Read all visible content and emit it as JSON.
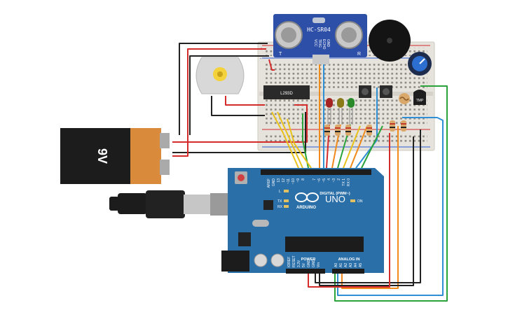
{
  "sensor": {
    "label": "HC-SR04",
    "pin_labels": [
      "VCC",
      "TRIG",
      "ECHO",
      "GND"
    ],
    "left_mark": "T",
    "right_mark": "R"
  },
  "driver": {
    "label": "L293D"
  },
  "temp_sensor": {
    "label": "TMP"
  },
  "battery": {
    "label": "9V"
  },
  "arduino": {
    "brand": "ARDUINO",
    "model": "UNO",
    "digital_label": "DIGITAL (PWM~)",
    "power_label": "POWER",
    "analog_label": "ANALOG IN",
    "on_label": "ON",
    "led_labels": [
      "L",
      "TX",
      "RX"
    ],
    "top_pins": [
      "AREF",
      "GND",
      "13",
      "12",
      "~11",
      "~10",
      "~9",
      "8",
      "7",
      "~6",
      "~5",
      "4",
      "~3",
      "2",
      "TX 1",
      "RX 0"
    ],
    "power_pins": [
      "IOREF",
      "RESET",
      "3.3V",
      "5V",
      "GND",
      "GND",
      "Vin"
    ],
    "analog_pins": [
      "A0",
      "A1",
      "A2",
      "A3",
      "A4",
      "A5"
    ]
  },
  "colors": {
    "board": "#2a6fa8",
    "breadboard": "#e6e3dc",
    "red_wire": "#d42b2b",
    "black_wire": "#222222",
    "orange_wire": "#f08a1c",
    "blue_wire": "#2f8fd4",
    "green_wire": "#2aa33a",
    "yellow_wire": "#e8c21a",
    "battery_body": "#1c1c1c",
    "battery_cap": "#d98a3a"
  }
}
